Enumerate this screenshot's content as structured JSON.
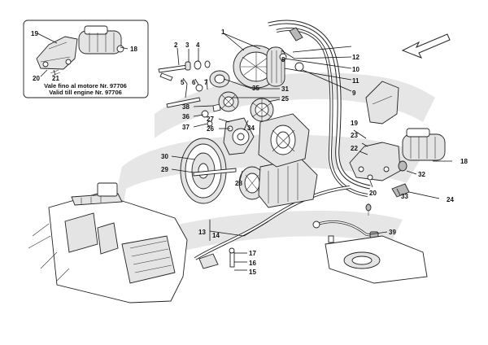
{
  "inset_note": {
    "line1": "Vale fino al motore Nr. 97706",
    "line2": "Valid till engine Nr. 97706"
  },
  "labels": {
    "l1": "1",
    "l2": "2",
    "l3": "3",
    "l4": "4",
    "l5": "5",
    "l6": "6",
    "l7": "7",
    "l8": "8",
    "l9": "9",
    "l10": "10",
    "l11": "11",
    "l12": "12",
    "l13": "13",
    "l14": "14",
    "l15": "15",
    "l16": "16",
    "l17": "17",
    "l18": "18",
    "l18i": "18",
    "l19": "19",
    "l19i": "19",
    "l20": "20",
    "l20i": "20",
    "l21i": "21",
    "l22": "22",
    "l23": "23",
    "l24": "24",
    "l25": "25",
    "l26": "26",
    "l27": "27",
    "l28": "28",
    "l29": "29",
    "l30": "30",
    "l31": "31",
    "l32": "32",
    "l33": "33",
    "l34": "34",
    "l35": "35",
    "l36": "36",
    "l37": "37",
    "l38": "38",
    "l39": "39"
  },
  "colors": {
    "watermark": "#e3e3e3",
    "line": "#111111",
    "part_fill": "#e4e4e4"
  },
  "icons": {
    "direction": "arrow-up-left-icon"
  }
}
